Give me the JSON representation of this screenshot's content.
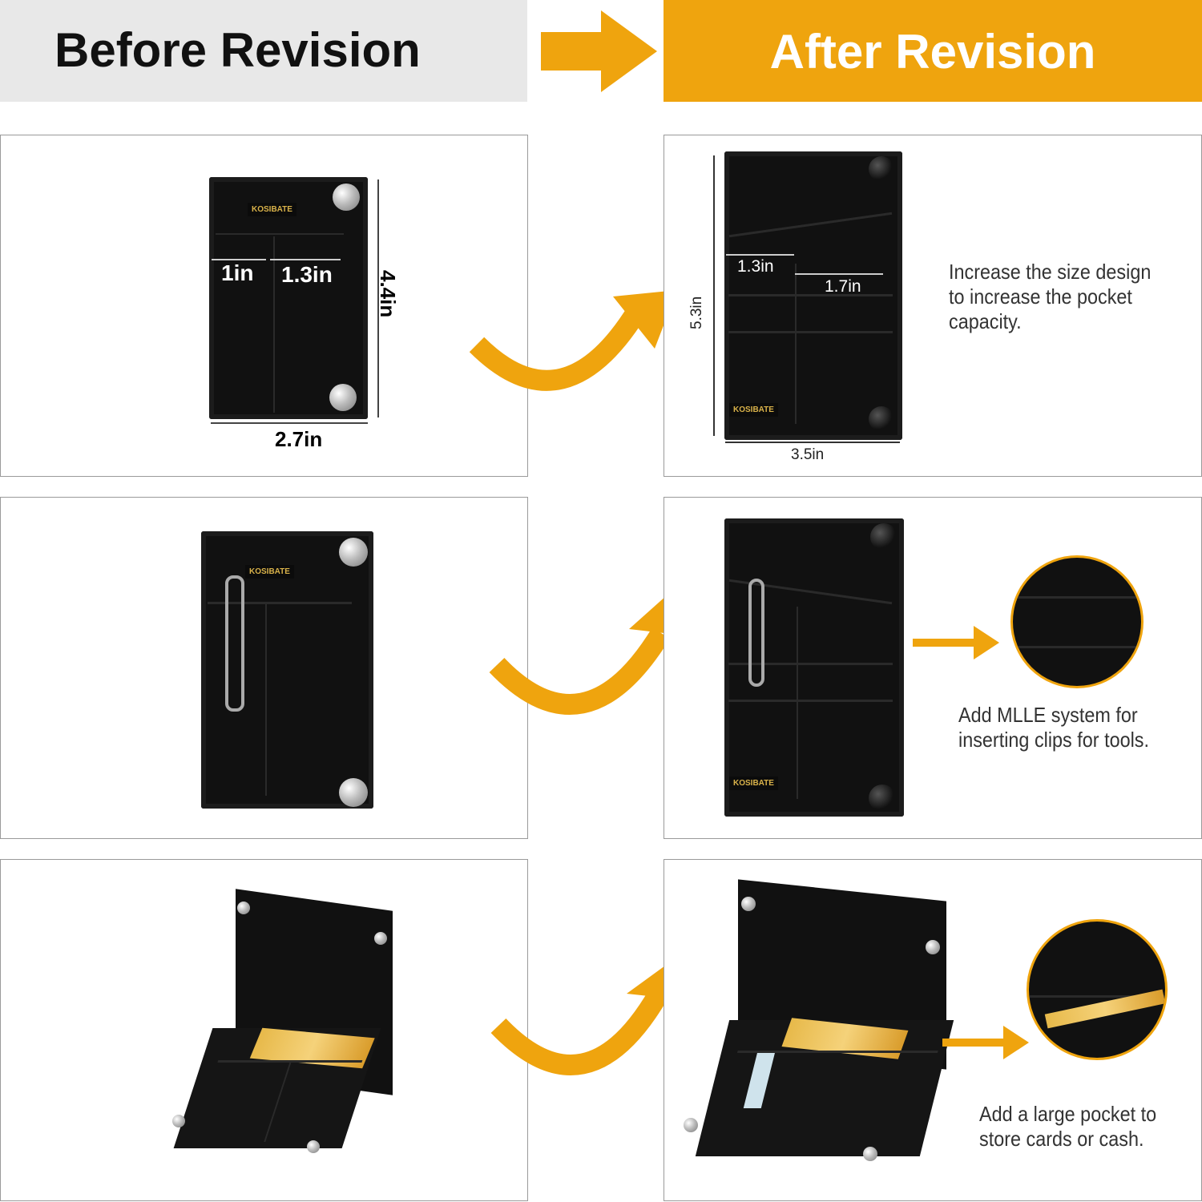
{
  "header": {
    "before": "Before Revision",
    "after": "After Revision"
  },
  "colors": {
    "accent": "#efa40e",
    "header_gray": "#e8e8e8"
  },
  "brand": "KOSIBATE",
  "row1": {
    "before": {
      "pocket_left": "1in",
      "pocket_right": "1.3in",
      "height": "4.4in",
      "width": "2.7in"
    },
    "after": {
      "pocket_left": "1.3in",
      "pocket_right": "1.7in",
      "height": "5.3in",
      "width": "3.5in"
    },
    "caption": "Increase the size design to increase the pocket capacity."
  },
  "row2": {
    "caption": "Add MLLE system for inserting clips for tools."
  },
  "row3": {
    "caption": "Add a large pocket to store cards or cash."
  }
}
